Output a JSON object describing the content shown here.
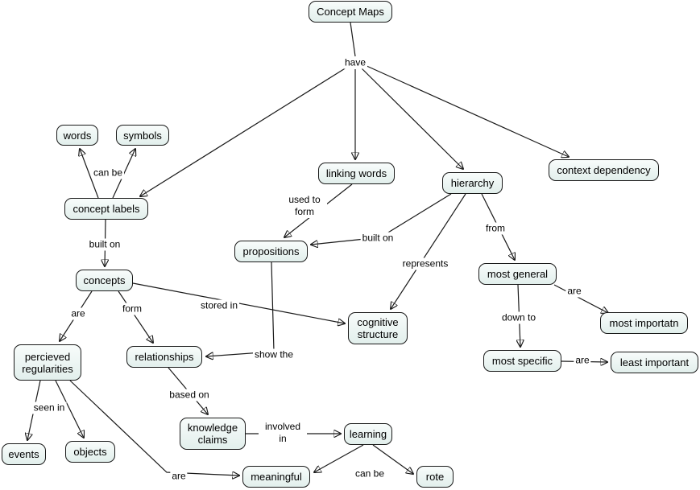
{
  "nodes": {
    "concept_maps": "Concept Maps",
    "words": "words",
    "symbols": "symbols",
    "linking_words": "linking words",
    "hierarchy": "hierarchy",
    "context_dependency": "context dependency",
    "concept_labels": "concept labels",
    "propositions": "propositions",
    "concepts": "concepts",
    "most_general": "most general",
    "cognitive_structure": "cognitive structure",
    "most_importatn": "most importatn",
    "percieved_regularities": "percieved regularities",
    "relationships": "relationships",
    "most_specific": "most specific",
    "least_important": "least important",
    "knowledge_claims": "knowledge claims",
    "learning": "learning",
    "events": "events",
    "objects": "objects",
    "meaningful": "meaningful",
    "rote": "rote"
  },
  "links": {
    "have": "have",
    "can_be_1": "can be",
    "used_to_form": "used to form",
    "built_on_1": "built on",
    "built_on_2": "built on",
    "from": "from",
    "represents": "represents",
    "are_1": "are",
    "form": "form",
    "stored_in": "stored in",
    "are_2": "are",
    "down_to": "down to",
    "show_the": "show the",
    "based_on": "based on",
    "seen_in": "seen in",
    "are_3": "are",
    "involved_in": "involved in",
    "are_4": "are",
    "can_be_2": "can be"
  },
  "edges": [
    {
      "from": "Concept Maps",
      "label": "have",
      "to": "concept labels"
    },
    {
      "from": "Concept Maps",
      "label": "have",
      "to": "linking words"
    },
    {
      "from": "Concept Maps",
      "label": "have",
      "to": "hierarchy"
    },
    {
      "from": "Concept Maps",
      "label": "have",
      "to": "context dependency"
    },
    {
      "from": "concept labels",
      "label": "can be",
      "to": "words"
    },
    {
      "from": "concept labels",
      "label": "can be",
      "to": "symbols"
    },
    {
      "from": "concept labels",
      "label": "built on",
      "to": "concepts"
    },
    {
      "from": "linking words",
      "label": "used to form",
      "to": "propositions"
    },
    {
      "from": "hierarchy",
      "label": "built on",
      "to": "propositions"
    },
    {
      "from": "hierarchy",
      "label": "represents",
      "to": "cognitive structure"
    },
    {
      "from": "hierarchy",
      "label": "from",
      "to": "most general"
    },
    {
      "from": "most general",
      "label": "are",
      "to": "most importatn"
    },
    {
      "from": "most general",
      "label": "down to",
      "to": "most specific"
    },
    {
      "from": "most specific",
      "label": "are",
      "to": "least important"
    },
    {
      "from": "concepts",
      "label": "are",
      "to": "percieved regularities"
    },
    {
      "from": "concepts",
      "label": "form",
      "to": "relationships"
    },
    {
      "from": "concepts",
      "label": "stored in",
      "to": "cognitive structure"
    },
    {
      "from": "propositions",
      "label": "show the",
      "to": "relationships"
    },
    {
      "from": "relationships",
      "label": "based on",
      "to": "knowledge claims"
    },
    {
      "from": "knowledge claims",
      "label": "involved in",
      "to": "learning"
    },
    {
      "from": "learning",
      "label": "can be",
      "to": "meaningful"
    },
    {
      "from": "learning",
      "label": "can be",
      "to": "rote"
    },
    {
      "from": "percieved regularities",
      "label": "seen in",
      "to": "events"
    },
    {
      "from": "percieved regularities",
      "label": "seen in",
      "to": "objects"
    },
    {
      "from": "percieved regularities",
      "label": "are",
      "to": "meaningful"
    }
  ],
  "colors": {
    "background": "#ffffff",
    "node_fill": "#e8f3f0",
    "node_border": "#1a1a1a",
    "line": "#1a1a1a"
  }
}
